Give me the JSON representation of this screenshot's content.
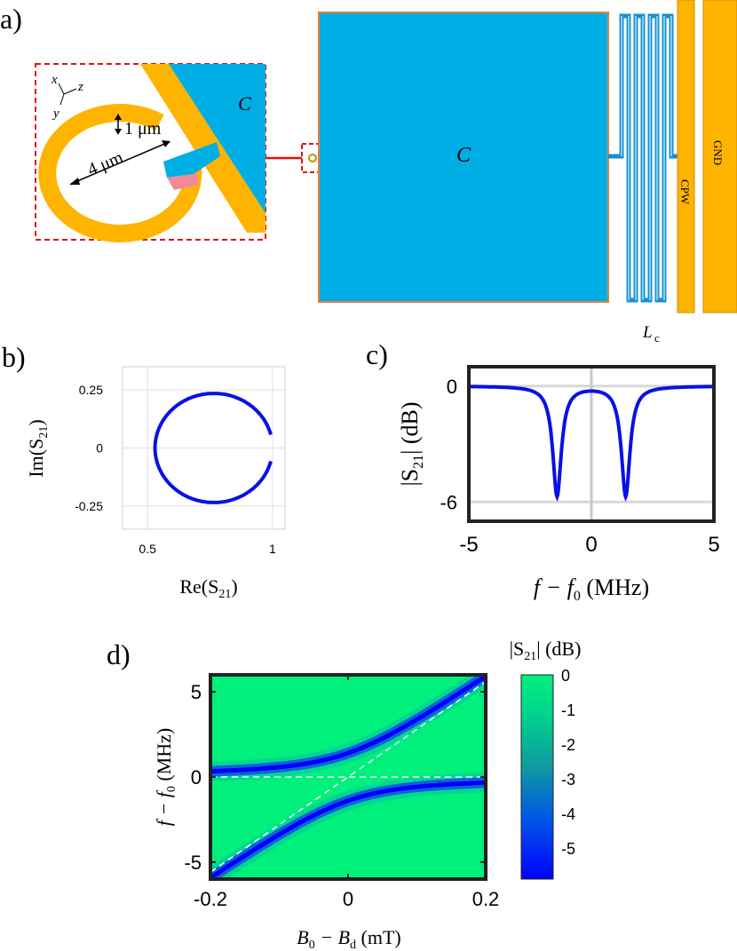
{
  "panel_labels": [
    "a)",
    "b)",
    "c)",
    "d)"
  ],
  "colors": {
    "capacitor": "#00aee6",
    "gold": "#ffb400",
    "curve": "#0a10e6",
    "marker": "#ff0000",
    "junction": "#f08a9a",
    "cmap_high": "#00f07c",
    "cmap_low": "#0000ff"
  },
  "schematic": {
    "axes": {
      "x": "x",
      "y": "y",
      "z": "z"
    },
    "thickness_label": "1 μm",
    "diameter_label": "4 μm",
    "cap_label_inset": "C",
    "cap_label": "C",
    "inductor_label": "L",
    "inductor_sub": "c",
    "cpw_label": "CPW",
    "gnd_label": "GND"
  },
  "chart_data": [
    {
      "id": "b",
      "type": "line",
      "title": "",
      "xlabel_main": "Re(S",
      "xlabel_sub": "21",
      "xlabel_tail": ")",
      "ylabel_main": "Im(S",
      "ylabel_sub": "21",
      "ylabel_tail": ")",
      "xlim": [
        0.4,
        1.05
      ],
      "ylim": [
        -0.35,
        0.35
      ],
      "xticks": [
        0.5,
        1
      ],
      "xtick_labels": [
        "0.5",
        "1"
      ],
      "yticks": [
        0.25,
        0,
        -0.25
      ],
      "ytick_labels": [
        "0.25",
        "0",
        "-0.25"
      ],
      "grid": true,
      "series": [
        {
          "circle_center": [
            0.765,
            0
          ],
          "circle_radius": 0.235,
          "gap_angle_deg": 14
        }
      ]
    },
    {
      "id": "c",
      "type": "line",
      "title": "",
      "xlabel": "f − f",
      "xlabel_sub": "0",
      "xlabel_tail": " (MHz)",
      "ylabel_main": "|S",
      "ylabel_sub": "21",
      "ylabel_tail": "| (dB)",
      "xlim": [
        -5,
        5
      ],
      "ylim": [
        -7,
        1
      ],
      "xticks": [
        -5,
        0,
        5
      ],
      "xtick_labels": [
        "-5",
        "0",
        "5"
      ],
      "yticks": [
        0,
        -6
      ],
      "ytick_labels": [
        "0",
        "-6"
      ],
      "grid": true,
      "series": [
        {
          "dips": [
            {
              "center": -1.4,
              "depth": 5.7,
              "width": 0.25
            },
            {
              "center": 1.4,
              "depth": 5.7,
              "width": 0.25
            }
          ]
        }
      ]
    },
    {
      "id": "d",
      "type": "heatmap",
      "title": "",
      "xlabel_main": "B",
      "xlabel_sub": "0",
      "xlabel_mid": " − B",
      "xlabel_sub2": "d",
      "xlabel_tail": " (mT)",
      "ylabel_main": "f − f",
      "ylabel_sub": "0",
      "ylabel_tail": " (MHz)",
      "xlim": [
        -0.2,
        0.2
      ],
      "ylim": [
        -6,
        6
      ],
      "xticks": [
        -0.2,
        0,
        0.2
      ],
      "xtick_labels": [
        "-0.2",
        "0",
        "0.2"
      ],
      "yticks": [
        5,
        0,
        -5
      ],
      "ytick_labels": [
        "5",
        "0",
        "-5"
      ],
      "coupling_mhz": 1.4,
      "slope_mhz_per_mT": 28,
      "colorbar": {
        "label_main": "|S",
        "label_sub": "21",
        "label_tail": "| (dB)",
        "ticks": [
          0,
          -1,
          -2,
          -3,
          -4,
          -5
        ],
        "tick_labels": [
          "0",
          "-1",
          "-2",
          "-3",
          "-4",
          "-5"
        ],
        "range": [
          -5.9,
          0
        ]
      }
    }
  ]
}
